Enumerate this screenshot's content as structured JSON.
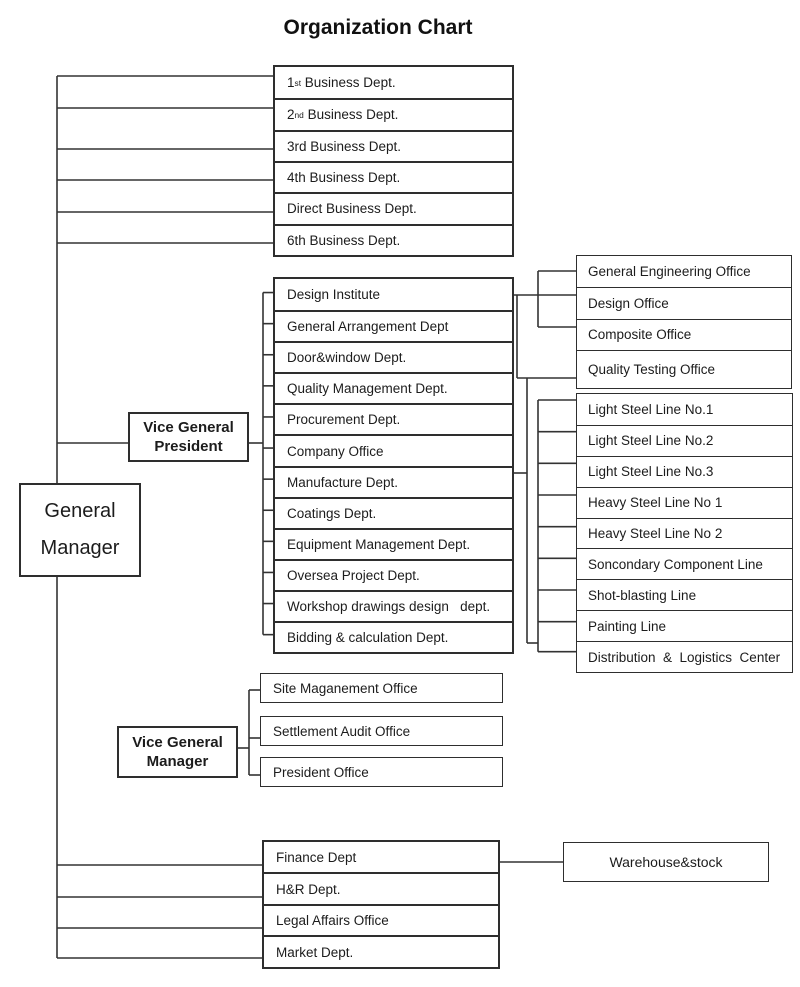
{
  "title": "Organization Chart",
  "colors": {
    "line": "#333333",
    "border": "#2e2e2e",
    "text": "#1c1c1c"
  },
  "nodes": {
    "general_manager": {
      "lines": [
        "General",
        "Manager"
      ]
    },
    "vice_general_president": {
      "lines": [
        "Vice General",
        "President"
      ]
    },
    "vice_general_manager": {
      "lines": [
        "Vice General",
        "Manager"
      ]
    },
    "warehouse": {
      "label": "Warehouse&stock"
    }
  },
  "groups": {
    "business": {
      "items": [
        "1^{st} Business Dept.",
        "2^{nd} Business Dept.",
        "3rd Business Dept.",
        "4th Business Dept.",
        "Direct Business Dept.",
        "6th Business Dept."
      ]
    },
    "departments": {
      "items": [
        "Design Institute",
        "General Arrangement Dept",
        "Door&window Dept.",
        "Quality Management Dept.",
        "Procurement Dept.",
        "Company Office",
        "Manufacture Dept.",
        "Coatings Dept.",
        "Equipment Management Dept.",
        "Oversea Project Dept.",
        "Workshop drawings design   dept.",
        "Bidding & calculation Dept."
      ]
    },
    "offices_top": {
      "items": [
        "General Engineering Office",
        "Design Office",
        "Composite Office",
        "Quality Testing Office"
      ]
    },
    "production_lines": {
      "items": [
        "Light Steel Line No.1",
        "Light Steel Line No.2",
        "Light Steel Line No.3",
        "Heavy Steel Line No 1",
        "Heavy Steel Line No 2",
        "Soncondary Component Line",
        "Shot-blasting Line",
        "Painting Line",
        "Distribution  &  Logistics  Center"
      ]
    },
    "site_offices": {
      "items": [
        "Site Maganement Office",
        "Settlement Audit Office",
        "President Office"
      ]
    },
    "admin_depts": {
      "items": [
        "Finance Dept",
        "H&R Dept.",
        "Legal Affairs Office",
        "Market Dept."
      ]
    }
  }
}
